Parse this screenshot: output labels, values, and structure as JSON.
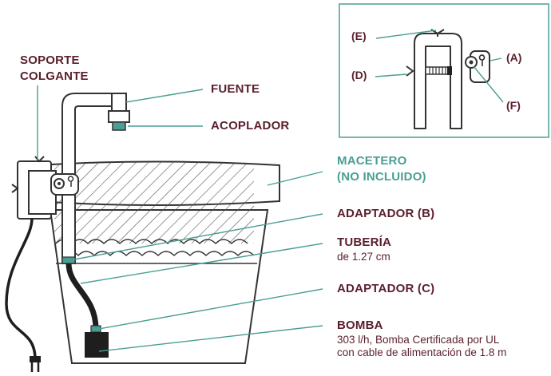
{
  "labels": {
    "soporte_line1": "SOPORTE",
    "soporte_line2": "COLGANTE",
    "fuente": "FUENTE",
    "acoplador": "ACOPLADOR",
    "macetero_line1": "MACETERO",
    "macetero_line2": "(NO INCLUIDO)",
    "adaptador_b": "ADAPTADOR (B)",
    "tuberia": "TUBERÍA",
    "tuberia_detail": "de 1.27 cm",
    "adaptador_c": "ADAPTADOR (C)",
    "bomba": "BOMBA",
    "bomba_detail_1": "303 l/h,  Bomba Certificada por UL",
    "bomba_detail_2": "con cable de alimentación de 1.8 m"
  },
  "inset": {
    "a": "(A)",
    "d": "(D)",
    "e": "(E)",
    "f": "(F)"
  },
  "colors": {
    "line": "#333333",
    "leader": "#4a9e92",
    "label": "#5a1f2c",
    "accent": "#4a9e92"
  }
}
